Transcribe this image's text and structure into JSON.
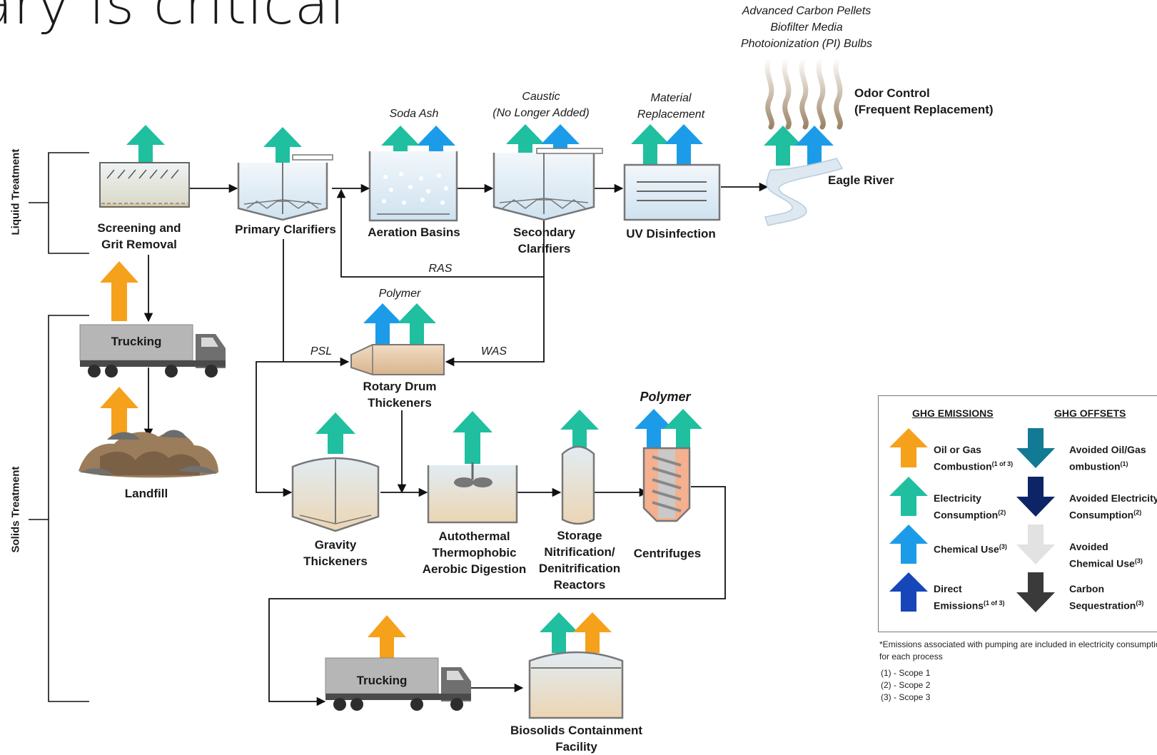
{
  "title": "ary is critical",
  "sections": {
    "liquid": "Liquid Treatment",
    "solids": "Solids Treatment"
  },
  "processes": {
    "screening": [
      "Screening and",
      "Grit Removal"
    ],
    "primary": "Primary Clarifiers",
    "aeration": "Aeration Basins",
    "secondary": [
      "Secondary",
      "Clarifiers"
    ],
    "uv": "UV Disinfection",
    "river": "Eagle River",
    "odor": [
      "Odor Control",
      "(Frequent Replacement)"
    ],
    "trucking_top": "Trucking",
    "landfill": "Landfill",
    "rdt": [
      "Rotary Drum",
      "Thickeners"
    ],
    "gravity": [
      "Gravity",
      "Thickeners"
    ],
    "atad": [
      "Autothermal",
      "Thermophobic",
      "Aerobic Digestion"
    ],
    "storage": [
      "Storage",
      "Nitrification/",
      "Denitrification",
      "Reactors"
    ],
    "centrifuges": "Centrifuges",
    "trucking_bottom": "Trucking",
    "biosolids": [
      "Biosolids Containment",
      "Facility"
    ]
  },
  "chemicals": {
    "soda_ash": "Soda Ash",
    "caustic": [
      "Caustic",
      "(No Longer Added)"
    ],
    "material": [
      "Material",
      "Replacement"
    ],
    "odor_media": [
      "Advanced Carbon Pellets",
      "Biofilter Media",
      "Photoionization (PI) Bulbs"
    ],
    "polymer_rdt": "Polymer",
    "polymer_cent": "Polymer"
  },
  "flows": {
    "ras": "RAS",
    "psl": "PSL",
    "was": "WAS"
  },
  "legend": {
    "emissions_header": "GHG EMISSIONS",
    "offsets_header": "GHG OFFSETS",
    "emissions": [
      {
        "l1": "Oil or Gas",
        "l2": "Combustion",
        "sup": "(1 of 3)",
        "color": "#F5A11C"
      },
      {
        "l1": "Electricity",
        "l2": "Consumption",
        "sup": "(2)",
        "color": "#1FBFA0"
      },
      {
        "l1": "Chemical Use",
        "l2": "",
        "sup": "(3)",
        "color": "#1C9CE8"
      },
      {
        "l1": "Direct",
        "l2": "Emissions",
        "sup": "(1 of 3)",
        "color": "#1746B8"
      }
    ],
    "offsets": [
      {
        "l1": "Avoided Oil/Gas",
        "l2": "ombustion",
        "sup": "(1)",
        "color": "#127A94"
      },
      {
        "l1": "Avoided Electricity",
        "l2": "Consumption",
        "sup": "(2)",
        "color": "#0D2466"
      },
      {
        "l1": "Avoided",
        "l2": "Chemical Use",
        "sup": "(3)",
        "color": "#E2E2E2"
      },
      {
        "l1": "Carbon",
        "l2": "Sequestration",
        "sup": "(3)",
        "color": "#3A3A3A"
      }
    ],
    "note1": "*Emissions associated with pumping are included in electricity consumption",
    "note2": " for each process",
    "scopes": [
      "(1) - Scope 1",
      "(2) - Scope 2",
      "(3) - Scope 3"
    ]
  }
}
